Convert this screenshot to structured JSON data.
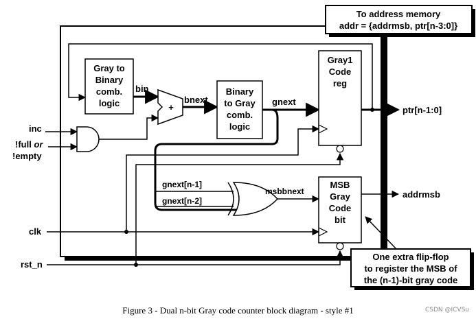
{
  "blocks": {
    "gray_to_binary": [
      "Gray to",
      "Binary",
      "comb.",
      "logic"
    ],
    "binary_to_gray": [
      "Binary",
      "to Gray",
      "comb.",
      "logic"
    ],
    "gray1_reg": [
      "Gray1",
      "Code",
      "reg"
    ],
    "msb_bit": [
      "MSB",
      "Gray",
      "Code",
      "bit"
    ]
  },
  "adder_symbol": "+",
  "signals": {
    "bin": "bin",
    "bnext": "bnext",
    "gnext": "gnext",
    "gnext_n1": "gnext[n-1]",
    "gnext_n2": "gnext[n-2]",
    "msbbnext": "msbbnext",
    "ptr": "ptr[n-1:0]",
    "addrmsb": "addrmsb",
    "inc": "inc",
    "full_prefix": "!full ",
    "full_or": "or",
    "empty": "!empty",
    "clk": "clk",
    "rst_n": "rst_n"
  },
  "callouts": {
    "address": [
      "To address memory",
      "addr = {addrmsb, ptr[n-3:0]}"
    ],
    "flipflop": [
      "One extra flip-flop",
      "to register the MSB of",
      "the (n-1)-bit gray code"
    ]
  },
  "caption": "Figure 3 - Dual n-bit Gray code counter block diagram - style #1",
  "watermark": "CSDN @ICVSu"
}
